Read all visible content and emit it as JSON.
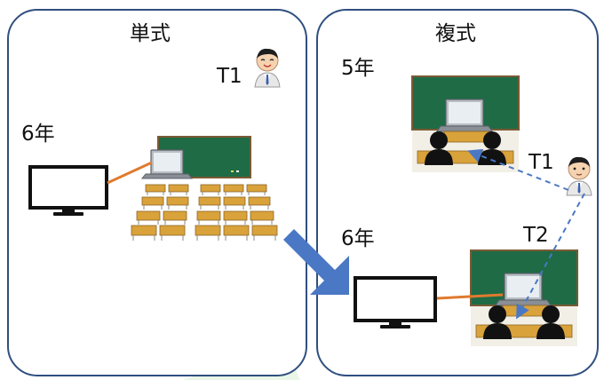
{
  "panels": {
    "single": {
      "title": "単式",
      "grade": "6年",
      "teacher": "T1"
    },
    "combined": {
      "title": "複式",
      "grade_upper": "5年",
      "grade_lower": "6年",
      "teacher_1": "T1",
      "teacher_2": "T2"
    }
  },
  "colors": {
    "panel_border": "#2f4f7f",
    "chalkboard": "#1e6b45",
    "desk": "#d9a23a",
    "arrow": "#4a78c4",
    "cable": "#e07a2e",
    "dashed_line": "#4a78c4"
  },
  "icons": [
    "monitor-icon",
    "laptop-icon",
    "teacher-icon",
    "student-icon",
    "chalkboard-icon",
    "desk-icon"
  ]
}
